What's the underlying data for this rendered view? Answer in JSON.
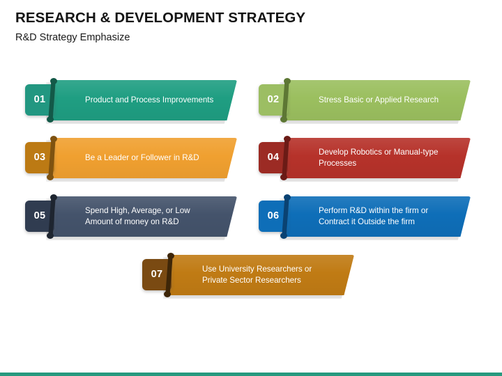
{
  "header": {
    "title": "RESEARCH & DEVELOPMENT STRATEGY",
    "subtitle": "R&D Strategy Emphasize"
  },
  "theme": {
    "background": "#FFFFFF",
    "bottom_bar_color": "#26997E",
    "title_color": "#141414",
    "label_text_color": "#FFFFFF"
  },
  "ribbons": [
    {
      "number": "01",
      "lines": [
        "Product and Process Improvements"
      ],
      "banner_color": "#1F9E82",
      "badge_color": "#229781",
      "fold_color": "#135948",
      "position": "left",
      "row": 1
    },
    {
      "number": "02",
      "lines": [
        "Stress Basic or Applied Research"
      ],
      "banner_color": "#9BBF5F",
      "badge_color": "#9CBE63",
      "fold_color": "#5D7734",
      "position": "right",
      "row": 1
    },
    {
      "number": "03",
      "lines": [
        "Be a Leader or Follower in R&D"
      ],
      "banner_color": "#F0A030",
      "badge_color": "#BC7A14",
      "fold_color": "#7E5210",
      "position": "left",
      "row": 2
    },
    {
      "number": "04",
      "lines": [
        "Develop Robotics or Manual-type",
        "Processes"
      ],
      "banner_color": "#B6322A",
      "badge_color": "#9C2B24",
      "fold_color": "#6B1B16",
      "position": "right",
      "row": 2
    },
    {
      "number": "05",
      "lines": [
        "Spend High, Average, or Low",
        "Amount of money on R&D"
      ],
      "banner_color": "#44536B",
      "badge_color": "#303C50",
      "fold_color": "#1E2530",
      "position": "left",
      "row": 3
    },
    {
      "number": "06",
      "lines": [
        "Perform R&D within the firm or",
        "Contract it Outside the firm"
      ],
      "banner_color": "#0E6EB8",
      "badge_color": "#0E6EB8",
      "fold_color": "#0A4272",
      "position": "right",
      "row": 3
    },
    {
      "number": "07",
      "lines": [
        "Use University Researchers or",
        "Private Sector Researchers"
      ],
      "banner_color": "#C07B14",
      "badge_color": "#7A4A12",
      "fold_color": "#3E2608",
      "position": "center",
      "row": 4
    }
  ]
}
